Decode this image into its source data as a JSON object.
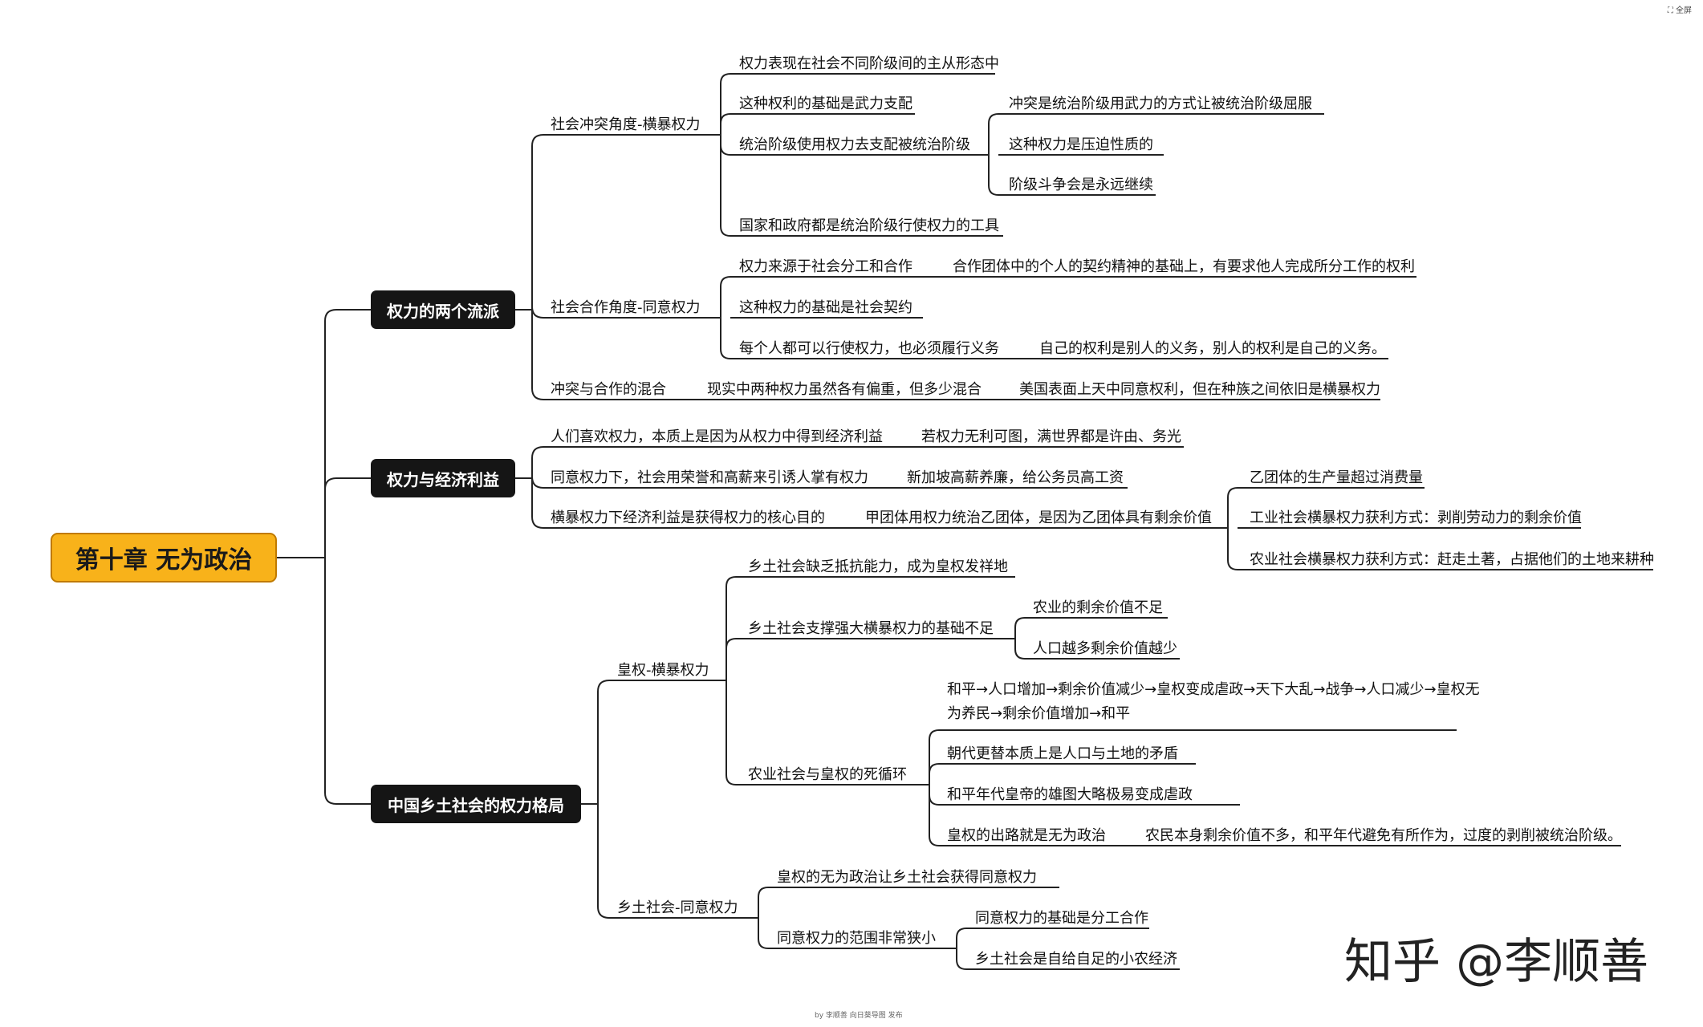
{
  "root": "第十章 无为政治",
  "branches": [
    {
      "label": "权力的两个流派",
      "items": [
        {
          "label": "社会冲突角度-横暴权力",
          "items": [
            "权力表现在社会不同阶级间的主从形态中",
            "这种权利的基础是武力支配",
            "统治阶级使用权力去支配被统治阶级",
            "国家和政府都是统治阶级行使权力的工具"
          ],
          "sub_items": [
            "冲突是统治阶级用武力的方式让被统治阶级屈服",
            "这种权力是压迫性质的",
            "阶级斗争会是永远继续"
          ]
        },
        {
          "label": "社会合作角度-同意权力",
          "items": [
            {
              "text": "权力来源于社会分工和合作",
              "note": "合作团体中的个人的契约精神的基础上，有要求他人完成所分工作的权利"
            },
            {
              "text": "这种权力的基础是社会契约",
              "note": ""
            },
            {
              "text": "每个人都可以行使权力，也必须履行义务",
              "note": "自己的权利是别人的义务，别人的权利是自己的义务。"
            }
          ]
        },
        {
          "label": "冲突与合作的混合",
          "chain": [
            "现实中两种权力虽然各有偏重，但多少混合",
            "美国表面上天中同意权利，但在种族之间依旧是横暴权力"
          ]
        }
      ]
    },
    {
      "label": "权力与经济利益",
      "items": [
        {
          "text": "人们喜欢权力，本质上是因为从权力中得到经济利益",
          "note": "若权力无利可图，满世界都是许由、务光"
        },
        {
          "text": "同意权力下，社会用荣誉和高薪来引诱人掌有权力",
          "note": "新加坡高薪养廉，给公务员高工资"
        },
        {
          "text": "横暴权力下经济利益是获得权力的核心目的",
          "note": "甲团体用权力统治乙团体，是因为乙团体具有剩余价值"
        }
      ],
      "sub_items": [
        "乙团体的生产量超过消费量",
        "工业社会横暴权力获利方式：剥削劳动力的剩余价值",
        "农业社会横暴权力获利方式：赶走土著，占据他们的土地来耕种"
      ]
    },
    {
      "label": "中国乡土社会的权力格局",
      "items": [
        {
          "label": "皇权-横暴权力",
          "items": [
            {
              "text": "乡土社会缺乏抵抗能力，成为皇权发祥地",
              "sub": []
            },
            {
              "text": "乡土社会支撑强大横暴权力的基础不足",
              "sub": [
                "农业的剩余价值不足",
                "人口越多剩余价值越少"
              ]
            },
            {
              "text": "农业社会与皇权的死循环",
              "sub": [
                "和平→人口增加→剩余价值减少→皇权变成虐政→天下大乱→战争→人口减少→皇权无",
                "为养民→剩余价值增加→和平",
                "朝代更替本质上是人口与土地的矛盾",
                "和平年代皇帝的雄图大略极易变成虐政",
                "皇权的出路就是无为政治"
              ],
              "tail_note": "农民本身剩余价值不多，和平年代避免有所作为，过度的剥削被统治阶级。"
            }
          ]
        },
        {
          "label": "乡土社会-同意权力",
          "items": [
            {
              "text": "皇权的无为政治让乡土社会获得同意权力",
              "sub": []
            },
            {
              "text": "同意权力的范围非常狭小",
              "sub": [
                "同意权力的基础是分工合作",
                "乡土社会是自给自足的小农经济"
              ]
            }
          ]
        }
      ]
    }
  ],
  "watermark": "知乎 @李顺善",
  "corner_text": "⛶ 全屏",
  "footer": "by 李顺善 向日葵导图 发布"
}
